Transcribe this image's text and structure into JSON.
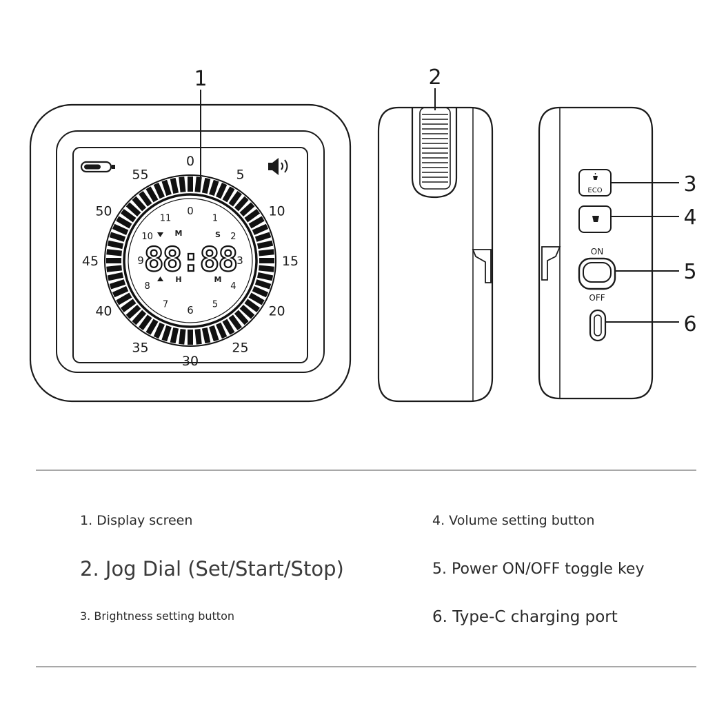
{
  "callouts": [
    "1",
    "2",
    "3",
    "4",
    "5",
    "6"
  ],
  "display": {
    "battery_icon": "battery-icon",
    "speaker_icon": "speaker-icon",
    "outer_numbers": [
      "0",
      "5",
      "10",
      "15",
      "20",
      "25",
      "30",
      "35",
      "40",
      "45",
      "50",
      "55"
    ],
    "inner_numbers": [
      "0",
      "1",
      "2",
      "3",
      "4",
      "5",
      "6",
      "7",
      "8",
      "9",
      "10",
      "11"
    ],
    "digits": "88:88",
    "unit_labels": {
      "top_left": "M",
      "top_right": "S",
      "bottom_left": "H",
      "bottom_right": "M"
    },
    "indicator_icons": [
      "triangle-down-icon",
      "triangle-up-icon"
    ]
  },
  "side_panel": {
    "eco_label": "ECO",
    "on_label": "ON",
    "off_label": "OFF"
  },
  "legend": [
    {
      "text": "1. Display screen"
    },
    {
      "text": "2. Jog Dial (Set/Start/Stop)"
    },
    {
      "text": "3. Brightness setting button"
    },
    {
      "text": "4. Volume setting button"
    },
    {
      "text": "5. Power ON/OFF toggle key"
    },
    {
      "text": "6. Type-C charging port"
    }
  ],
  "colors": {
    "line": "#1a1a1a",
    "divider": "#a8a8a8",
    "background": "#ffffff"
  }
}
